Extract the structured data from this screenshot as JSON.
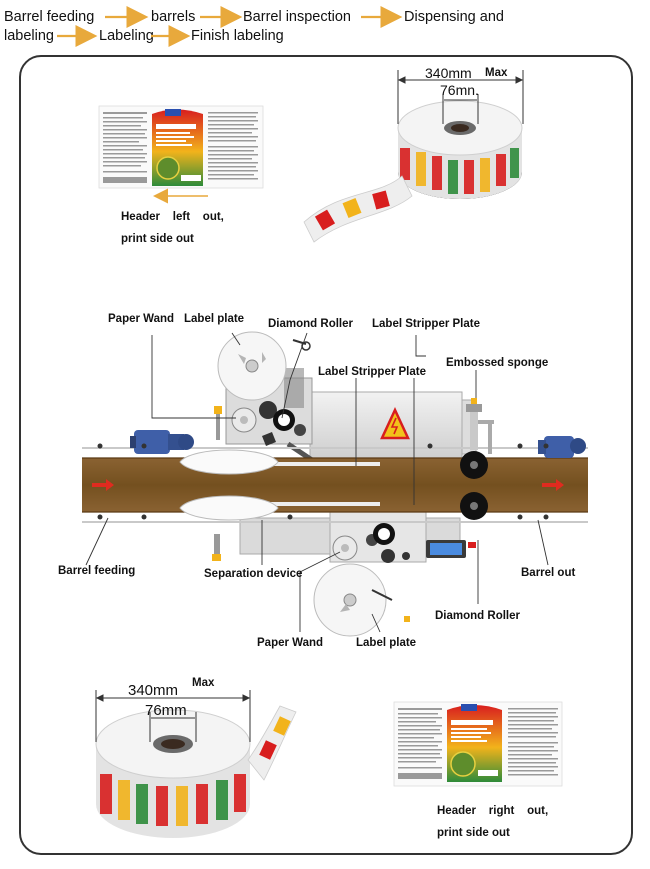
{
  "flow": {
    "step1": "Barrel feeding",
    "step2": "barrels",
    "step3": "Barrel inspection",
    "step4": "Dispensing and",
    "step5": "labeling",
    "step6": "Labeling",
    "step7": "Finish labeling"
  },
  "top_roll": {
    "outer": "340mm",
    "inner": "76mn.",
    "max": "Max"
  },
  "bottom_roll": {
    "outer": "340mm",
    "inner": "76mm",
    "max": "Max"
  },
  "left_note": {
    "line1": "Header    left    out,",
    "line2": "print side out"
  },
  "right_note": {
    "line1": "Header    right    out,",
    "line2": "print side out"
  },
  "machine_labels": {
    "paper_wand_top": "Paper Wand",
    "label_plate_top": "Label plate",
    "diamond_roller_top": "Diamond Roller",
    "label_stripper_top": "Label Stripper Plate",
    "label_stripper_mid": "Label Stripper Plate",
    "embossed_sponge": "Embossed sponge",
    "barrel_feeding": "Barrel feeding",
    "separation_device": "Separation device",
    "barrel_out": "Barrel out",
    "diamond_roller_bottom": "Diamond Roller",
    "paper_wand_bottom": "Paper Wand",
    "label_plate_bottom": "Label plate"
  },
  "colors": {
    "arrow": "#e8a93c",
    "conveyor": "#7a5328",
    "flow_arrow": "#e02b1f",
    "label_red": "#d81e1e",
    "label_yellow": "#f7c21b",
    "label_green": "#2e8b3a",
    "motor_blue": "#3f5fa8"
  }
}
